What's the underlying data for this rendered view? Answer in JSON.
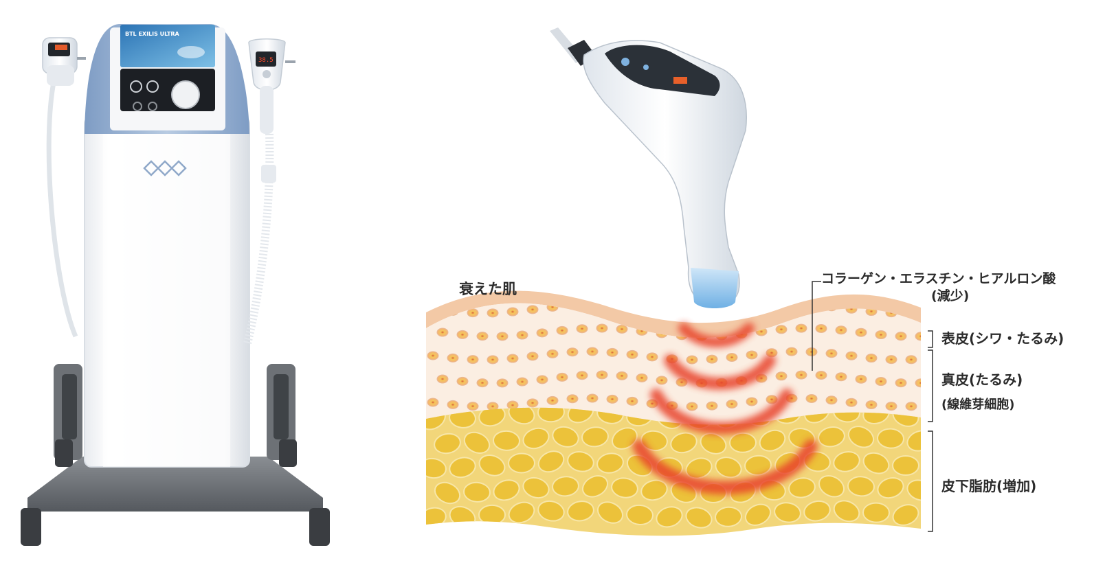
{
  "device": {
    "screen_brand": "BTL EXILIS ULTRA",
    "handpiece_readout": "38.5"
  },
  "diagram": {
    "title": "衰えた肌",
    "labels": {
      "collagen": "コラーゲン・エラスチン・ヒアルロン酸",
      "collagen_sub": "(減少)",
      "epidermis": "表皮(シワ・たるみ)",
      "dermis": "真皮(たるみ)",
      "dermis_sub": "(線維芽細胞)",
      "subcutaneous": "皮下脂肪(増加)"
    }
  },
  "colors": {
    "epidermis": "#f3c9a6",
    "dermis": "#fbeee2",
    "fat_bg": "#f2d67a",
    "fat_cell": "#ecc23a",
    "heat": "#e8422c",
    "device_blue": "#9db6d6",
    "device_body": "#f4f5f7",
    "base_gray": "#6f7378"
  },
  "icons": {
    "logo": "btl-logo-icon"
  }
}
